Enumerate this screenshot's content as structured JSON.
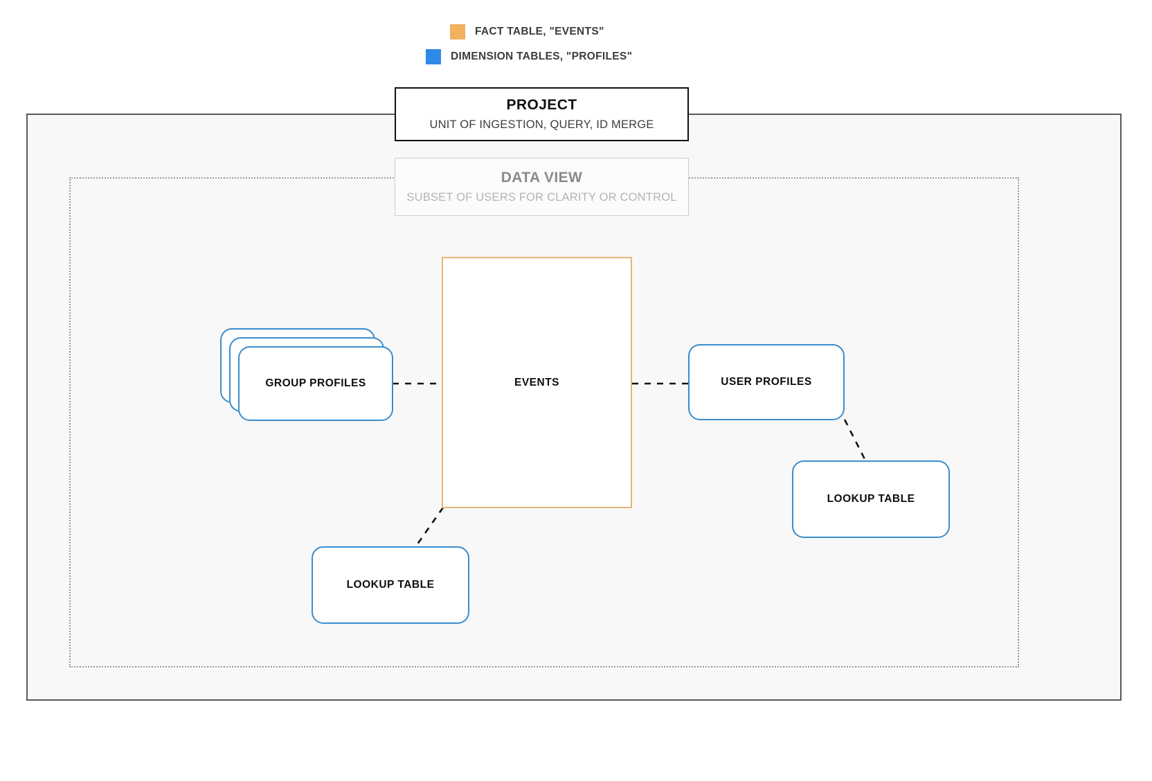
{
  "legend": {
    "items": [
      {
        "label": "FACT TABLE, \"EVENTS\"",
        "color": "#f3b05f",
        "icon": "square-swatch-orange"
      },
      {
        "label": "DIMENSION TABLES, \"PROFILES\"",
        "color": "#2e8ae6",
        "icon": "square-swatch-blue"
      }
    ]
  },
  "containers": {
    "project": {
      "title": "PROJECT",
      "subtitle": "UNIT OF INGESTION, QUERY, ID MERGE",
      "border_color": "#111111"
    },
    "data_view": {
      "title": "DATA VIEW",
      "subtitle": "SUBSET OF USERS FOR CLARITY OR CONTROL",
      "border_color": "#cccccc"
    }
  },
  "nodes": {
    "events": {
      "label": "EVENTS",
      "color": "#e7b577",
      "type": "fact-table"
    },
    "group_profiles": {
      "label": "GROUP PROFILES",
      "color": "#3a8dcc",
      "type": "dimension-table-stack",
      "stack_count": 3
    },
    "user_profiles": {
      "label": "USER PROFILES",
      "color": "#3a8dcc",
      "type": "dimension-table"
    },
    "lookup_table_left": {
      "label": "LOOKUP TABLE",
      "color": "#3a8dcc",
      "type": "lookup-table"
    },
    "lookup_table_right": {
      "label": "LOOKUP TABLE",
      "color": "#3a8dcc",
      "type": "lookup-table"
    }
  },
  "connections": [
    {
      "from": "group_profiles",
      "to": "events",
      "style": "dashed"
    },
    {
      "from": "events",
      "to": "user_profiles",
      "style": "dashed"
    },
    {
      "from": "events",
      "to": "lookup_table_left",
      "style": "dashed"
    },
    {
      "from": "user_profiles",
      "to": "lookup_table_right",
      "style": "dashed"
    }
  ]
}
